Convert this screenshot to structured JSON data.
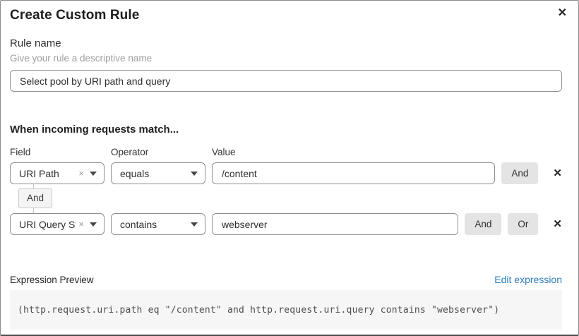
{
  "dialog": {
    "title": "Create Custom Rule"
  },
  "icons": {
    "close": "✕",
    "remove": "✕",
    "clear": "×"
  },
  "rule_name": {
    "label": "Rule name",
    "helper": "Give your rule a descriptive name",
    "value": "Select pool by URI path and query"
  },
  "match": {
    "heading": "When incoming requests match...",
    "columns": {
      "field": "Field",
      "operator": "Operator",
      "value": "Value"
    },
    "connector_label": "And",
    "conditions": [
      {
        "field": "URI Path",
        "operator": "equals",
        "value": "/content",
        "buttons": [
          "And"
        ]
      },
      {
        "field": "URI Query St...",
        "operator": "contains",
        "value": "webserver",
        "buttons": [
          "And",
          "Or"
        ]
      }
    ]
  },
  "expression": {
    "label": "Expression Preview",
    "edit_link": "Edit expression",
    "code": "(http.request.uri.path eq \"/content\" and http.request.uri.query contains \"webserver\")"
  },
  "colors": {
    "link": "#2f7dba",
    "button_bg": "#e4e4e4",
    "code_bg": "#f6f6f6"
  }
}
